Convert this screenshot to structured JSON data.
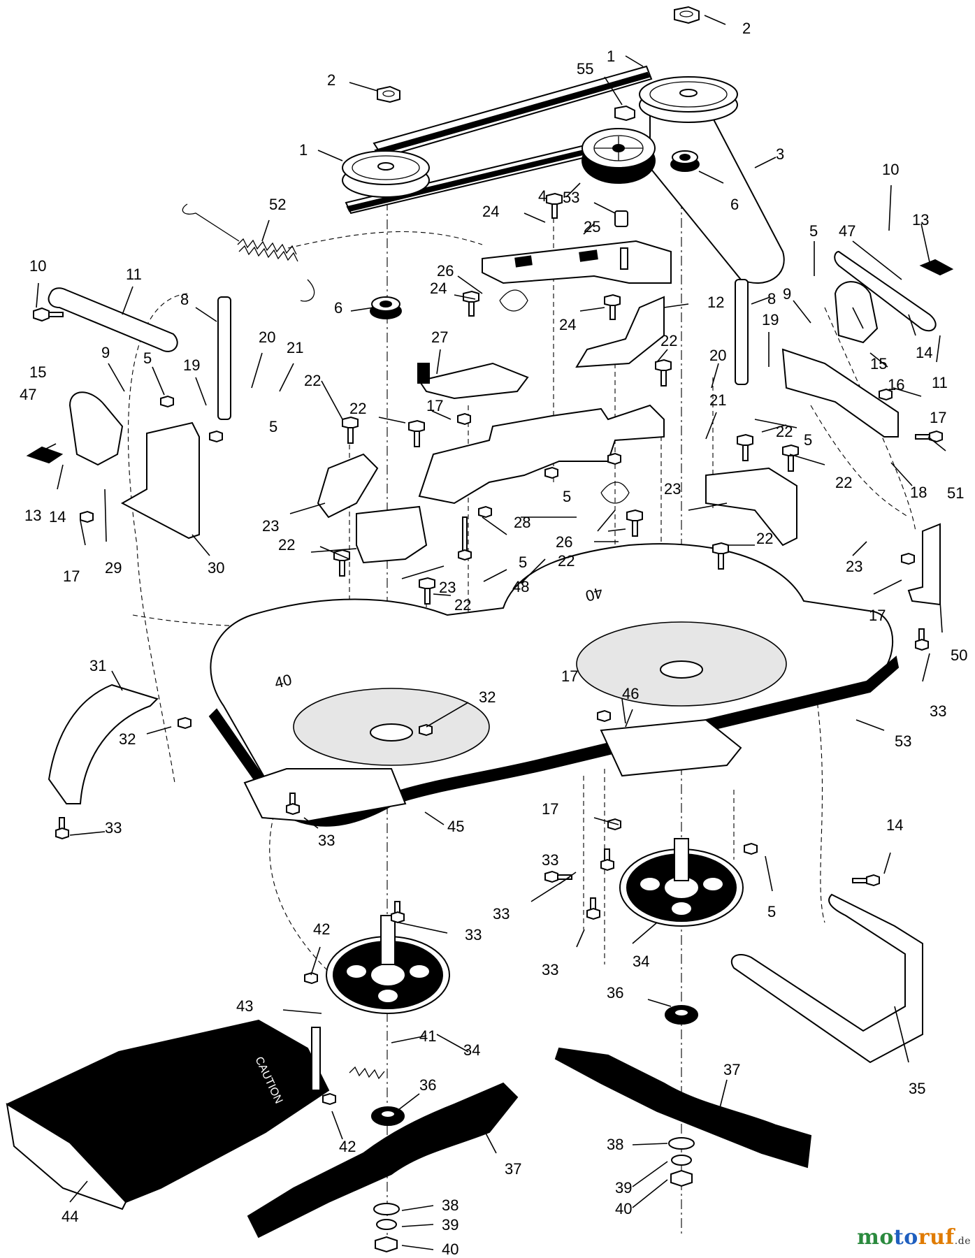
{
  "diagram": {
    "callouts": [
      {
        "id": "c2a",
        "label": "2"
      },
      {
        "id": "c1a",
        "label": "1"
      },
      {
        "id": "c55",
        "label": "55"
      },
      {
        "id": "c2b",
        "label": "2"
      },
      {
        "id": "c1b",
        "label": "1"
      },
      {
        "id": "c3",
        "label": "3"
      },
      {
        "id": "c6a",
        "label": "6"
      },
      {
        "id": "c4",
        "label": "4"
      },
      {
        "id": "c53a",
        "label": "53"
      },
      {
        "id": "c52",
        "label": "52"
      },
      {
        "id": "c24a",
        "label": "24"
      },
      {
        "id": "c25",
        "label": "25"
      },
      {
        "id": "c10a",
        "label": "10"
      },
      {
        "id": "c13a",
        "label": "13"
      },
      {
        "id": "c47a",
        "label": "47"
      },
      {
        "id": "c5a",
        "label": "5"
      },
      {
        "id": "c10b",
        "label": "10"
      },
      {
        "id": "c11a",
        "label": "11"
      },
      {
        "id": "c8a",
        "label": "8"
      },
      {
        "id": "c6b",
        "label": "6"
      },
      {
        "id": "c26a",
        "label": "26"
      },
      {
        "id": "c24b",
        "label": "24"
      },
      {
        "id": "c12",
        "label": "12"
      },
      {
        "id": "c8b",
        "label": "8"
      },
      {
        "id": "c9a",
        "label": "9"
      },
      {
        "id": "c14a",
        "label": "14"
      },
      {
        "id": "c24c",
        "label": "24"
      },
      {
        "id": "c19a",
        "label": "19"
      },
      {
        "id": "c15a",
        "label": "15"
      },
      {
        "id": "c16",
        "label": "16"
      },
      {
        "id": "c11b",
        "label": "11"
      },
      {
        "id": "c20a",
        "label": "20"
      },
      {
        "id": "c21a",
        "label": "21"
      },
      {
        "id": "c27",
        "label": "27"
      },
      {
        "id": "c22a",
        "label": "22"
      },
      {
        "id": "c20b",
        "label": "20"
      },
      {
        "id": "c9b",
        "label": "9"
      },
      {
        "id": "c5b",
        "label": "5"
      },
      {
        "id": "c19b",
        "label": "19"
      },
      {
        "id": "c15b",
        "label": "15"
      },
      {
        "id": "c22b",
        "label": "22"
      },
      {
        "id": "c17a",
        "label": "17"
      },
      {
        "id": "c47b",
        "label": "47"
      },
      {
        "id": "c22c",
        "label": "22"
      },
      {
        "id": "c17b",
        "label": "17"
      },
      {
        "id": "c5c",
        "label": "5"
      },
      {
        "id": "c22d",
        "label": "22"
      },
      {
        "id": "c5d",
        "label": "5"
      },
      {
        "id": "c21b",
        "label": "21"
      },
      {
        "id": "c22e",
        "label": "22"
      },
      {
        "id": "c51",
        "label": "51"
      },
      {
        "id": "c18",
        "label": "18"
      },
      {
        "id": "c13b",
        "label": "13"
      },
      {
        "id": "c14b",
        "label": "14"
      },
      {
        "id": "c23a",
        "label": "23"
      },
      {
        "id": "c23b",
        "label": "23"
      },
      {
        "id": "c5e",
        "label": "5"
      },
      {
        "id": "c28",
        "label": "28"
      },
      {
        "id": "c17c",
        "label": "17"
      },
      {
        "id": "c29",
        "label": "29"
      },
      {
        "id": "c30",
        "label": "30"
      },
      {
        "id": "c26b",
        "label": "26"
      },
      {
        "id": "c5f",
        "label": "5"
      },
      {
        "id": "c22f",
        "label": "22"
      },
      {
        "id": "c22g",
        "label": "22"
      },
      {
        "id": "c23c",
        "label": "23"
      },
      {
        "id": "c22h",
        "label": "22"
      },
      {
        "id": "c23d",
        "label": "23"
      },
      {
        "id": "c48",
        "label": "48"
      },
      {
        "id": "c22i",
        "label": "22"
      },
      {
        "id": "c17d",
        "label": "17"
      },
      {
        "id": "c50",
        "label": "50"
      },
      {
        "id": "c31",
        "label": "31"
      },
      {
        "id": "c17e",
        "label": "17"
      },
      {
        "id": "c46",
        "label": "46"
      },
      {
        "id": "c32a",
        "label": "32"
      },
      {
        "id": "c32b",
        "label": "32"
      },
      {
        "id": "c33a",
        "label": "33"
      },
      {
        "id": "c53b",
        "label": "53"
      },
      {
        "id": "c33b",
        "label": "33"
      },
      {
        "id": "c33c",
        "label": "33"
      },
      {
        "id": "c45",
        "label": "45"
      },
      {
        "id": "c17f",
        "label": "17"
      },
      {
        "id": "c14c",
        "label": "14"
      },
      {
        "id": "c33d",
        "label": "33"
      },
      {
        "id": "c33e",
        "label": "33"
      },
      {
        "id": "c5g",
        "label": "5"
      },
      {
        "id": "c33f",
        "label": "33"
      },
      {
        "id": "c42a",
        "label": "42"
      },
      {
        "id": "c34a",
        "label": "34"
      },
      {
        "id": "c33g",
        "label": "33"
      },
      {
        "id": "c36a",
        "label": "36"
      },
      {
        "id": "c43",
        "label": "43"
      },
      {
        "id": "c34b",
        "label": "34"
      },
      {
        "id": "c41",
        "label": "41"
      },
      {
        "id": "c36b",
        "label": "36"
      },
      {
        "id": "c37a",
        "label": "37"
      },
      {
        "id": "c35",
        "label": "35"
      },
      {
        "id": "c42b",
        "label": "42"
      },
      {
        "id": "c37b",
        "label": "37"
      },
      {
        "id": "c44",
        "label": "44"
      },
      {
        "id": "c38a",
        "label": "38"
      },
      {
        "id": "c39a",
        "label": "39"
      },
      {
        "id": "c40a",
        "label": "40"
      },
      {
        "id": "c38b",
        "label": "38"
      },
      {
        "id": "c39b",
        "label": "39"
      },
      {
        "id": "c40b",
        "label": "40"
      }
    ],
    "part_markings": {
      "caution_decal": "CAUTION",
      "deck_number_left": "40",
      "deck_number_right": "40"
    }
  },
  "watermark": {
    "m1": "mo",
    "m2": "to",
    "m3": "ruf",
    "m4": ".de"
  }
}
